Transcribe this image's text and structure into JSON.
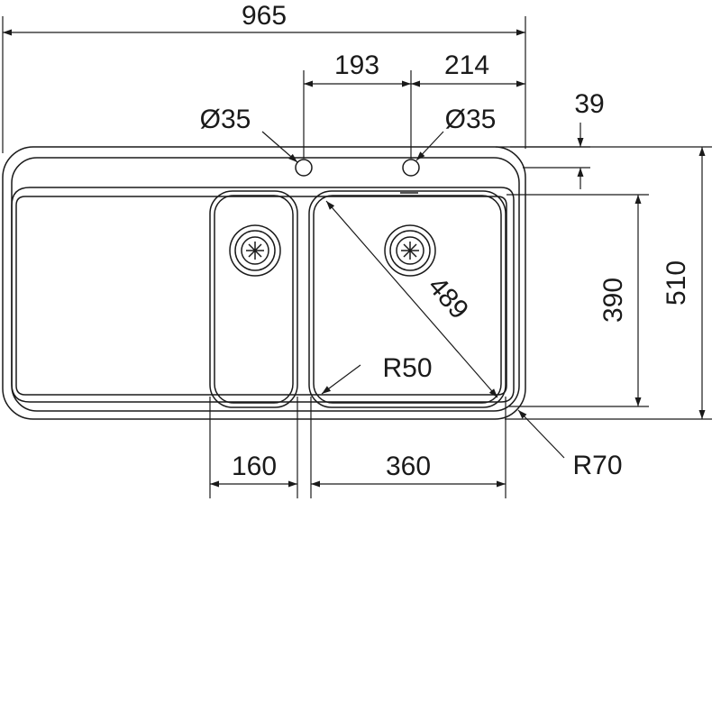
{
  "dimensions": {
    "overall_width": "965",
    "tap_hole_spacing": "193",
    "tap_hole_to_edge": "214",
    "tap_hole_left_diameter": "Ø35",
    "tap_hole_right_diameter": "Ø35",
    "tap_hole_offset": "39",
    "bowl_depth": "390",
    "overall_depth": "510",
    "bowl_diagonal": "489",
    "bowl_corner_radius": "R50",
    "outer_corner_radius": "R70",
    "small_bowl_width": "160",
    "large_bowl_width": "360"
  },
  "colors": {
    "line": "#1a1a1a",
    "background": "#ffffff"
  }
}
